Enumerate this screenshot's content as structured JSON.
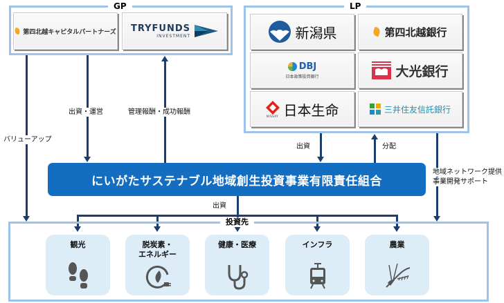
{
  "gp": {
    "title": "GP",
    "members": [
      {
        "name": "第四北越キャピタルパートナーズ"
      },
      {
        "name": "TRYFUNDS",
        "sub": "INVESTMENT"
      }
    ]
  },
  "lp": {
    "title": "LP",
    "members": [
      {
        "name": "新潟県"
      },
      {
        "name": "第四北越銀行"
      },
      {
        "name": "DBJ",
        "sub": "日本政策投資銀行"
      },
      {
        "name": "大光銀行"
      },
      {
        "name": "日本生命",
        "sub": "NISSAY"
      },
      {
        "name": "三井住友信託銀行"
      }
    ]
  },
  "flows": {
    "value_up": "バリューアップ",
    "invest_operate": "出資・運営",
    "fees": "管理報酬・成功報酬",
    "lp_invest": "出資",
    "distribution": "分配",
    "regional_support_1": "地域ネットワーク提供",
    "regional_support_2": "事業開発サポート",
    "fund_invest": "出資"
  },
  "fund": {
    "name": "にいがたサステナブル地域創生投資事業有限責任組合"
  },
  "investees": {
    "title": "投資先",
    "sectors": [
      {
        "name": "観光",
        "icon": "footprints-icon"
      },
      {
        "name": "脱炭素・",
        "name2": "エネルギー",
        "icon": "eco-plug-icon"
      },
      {
        "name": "健康・医療",
        "icon": "stethoscope-icon"
      },
      {
        "name": "インフラ",
        "icon": "train-icon"
      },
      {
        "name": "農業",
        "icon": "wheat-icon"
      }
    ]
  },
  "colors": {
    "frame": "#9dc3ea",
    "arrow": "#1b3e6e",
    "fund_bar": "#136ec2",
    "sector_bg": "#dcedf7"
  }
}
